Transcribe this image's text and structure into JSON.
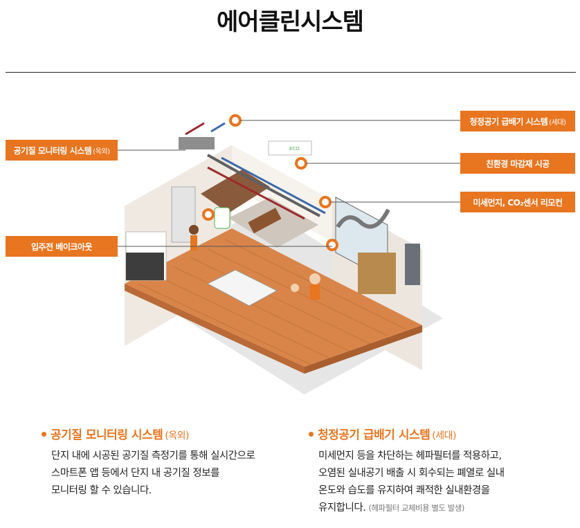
{
  "page": {
    "title": "에어클린시스템"
  },
  "callouts": {
    "outdoor_monitoring": {
      "label": "공기질 모니터링 시스템",
      "sub": "(옥외)"
    },
    "ventilation": {
      "label": "청정공기 급배기 시스템",
      "sub": "(세대)"
    },
    "eco_finish": {
      "label": "친환경 마감재 시공"
    },
    "remote": {
      "label": "미세먼지, CO₂센서 리모컨"
    },
    "bakeout": {
      "label": "입주전 베이크아웃"
    }
  },
  "illustration": {
    "eco_label": "ECO"
  },
  "sections": [
    {
      "heading": "공기질 모니터링 시스템",
      "sub": "(옥외)",
      "lines": [
        "단지 내에 시공된 공기질 측정기를 통해 실시간으로",
        "스마트폰 앱 등에서 단지 내 공기질 정보를",
        "모니터링 할 수 있습니다."
      ]
    },
    {
      "heading": "청정공기 급배기 시스템",
      "sub": "(세대)",
      "lines": [
        "미세먼지 등을 차단하는 헤파필터를 적용하고,",
        "오염된 실내공기 배출 시 회수되는 폐열로 실내",
        "온도와 습도를 유지하여 쾌적한 실내환경을",
        "유지합니다."
      ],
      "note": "(헤파필터 교체비용 별도 발생)"
    }
  ],
  "colors": {
    "accent": "#e8751f",
    "floor": "#d9854a",
    "wall": "#f2ece4",
    "text": "#222222"
  }
}
